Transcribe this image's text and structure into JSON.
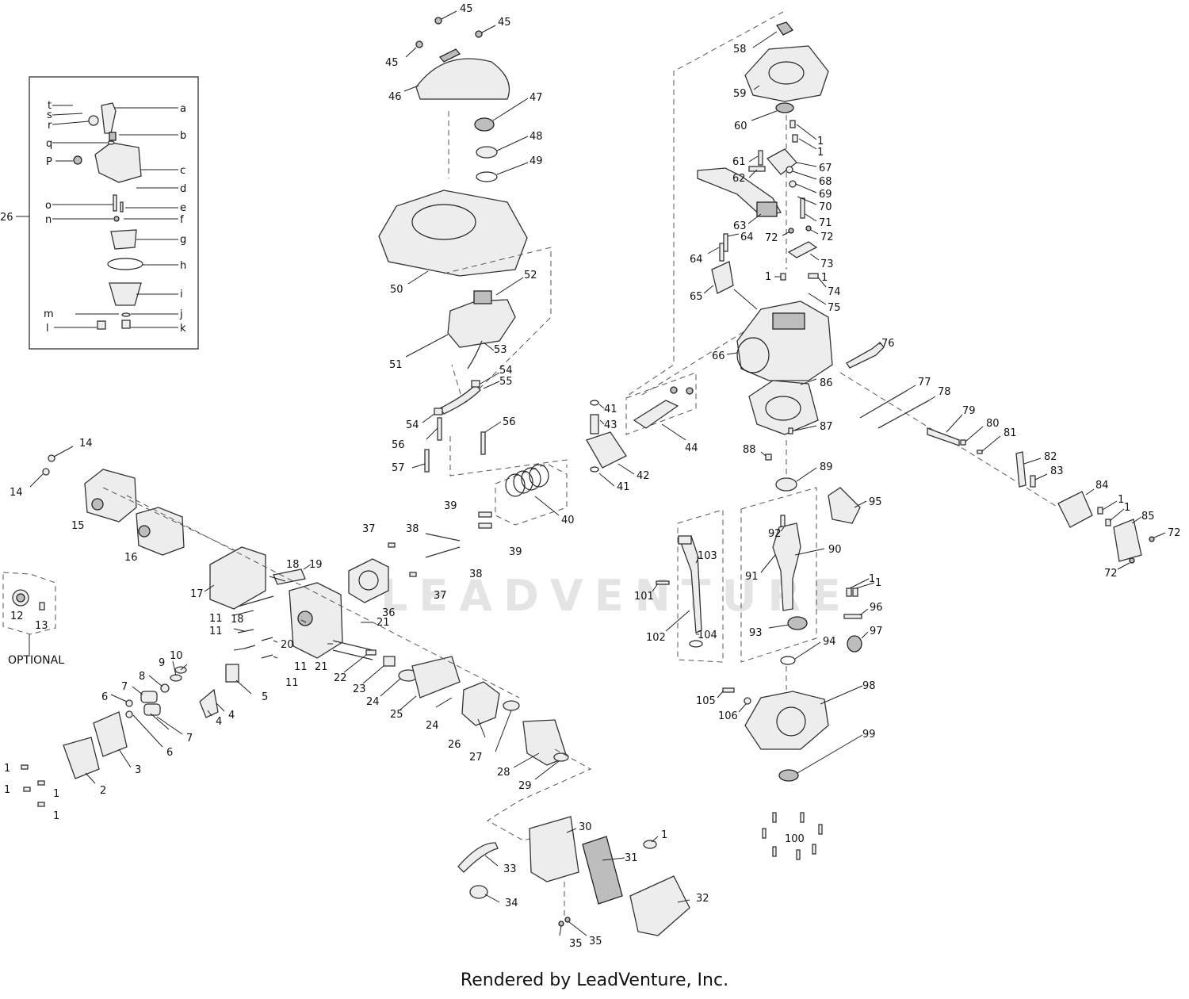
{
  "watermark": "LEADVENTURE",
  "credit": "Rendered by LeadVenture, Inc.",
  "optional_label": "OPTIONAL",
  "callouts": {
    "n1": "1",
    "n2": "2",
    "n3": "3",
    "n4": "4",
    "n5": "5",
    "n6": "6",
    "n7": "7",
    "n8": "8",
    "n9": "9",
    "n10": "10",
    "n11": "11",
    "n12": "12",
    "n13": "13",
    "n14": "14",
    "n15": "15",
    "n16": "16",
    "n17": "17",
    "n18": "18",
    "n19": "19",
    "n20": "20",
    "n21": "21",
    "n22": "22",
    "n23": "23",
    "n24": "24",
    "n25": "25",
    "n26": "26",
    "n27": "27",
    "n28": "28",
    "n29": "29",
    "n30": "30",
    "n31": "31",
    "n32": "32",
    "n33": "33",
    "n34": "34",
    "n35": "35",
    "n36": "36",
    "n37": "37",
    "n38": "38",
    "n39": "39",
    "n40": "40",
    "n41": "41",
    "n42": "42",
    "n43": "43",
    "n44": "44",
    "n45": "45",
    "n46": "46",
    "n47": "47",
    "n48": "48",
    "n49": "49",
    "n50": "50",
    "n51": "51",
    "n52": "52",
    "n53": "53",
    "n54": "54",
    "n55": "55",
    "n56": "56",
    "n57": "57",
    "n58": "58",
    "n59": "59",
    "n60": "60",
    "n61": "61",
    "n62": "62",
    "n63": "63",
    "n64": "64",
    "n65": "65",
    "n66": "66",
    "n67": "67",
    "n68": "68",
    "n69": "69",
    "n70": "70",
    "n71": "71",
    "n72": "72",
    "n73": "73",
    "n74": "74",
    "n75": "75",
    "n76": "76",
    "n77": "77",
    "n78": "78",
    "n79": "79",
    "n80": "80",
    "n81": "81",
    "n82": "82",
    "n83": "83",
    "n84": "84",
    "n85": "85",
    "n86": "86",
    "n87": "87",
    "n88": "88",
    "n89": "89",
    "n90": "90",
    "n91": "91",
    "n92": "92",
    "n93": "93",
    "n94": "94",
    "n95": "95",
    "n96": "96",
    "n97": "97",
    "n98": "98",
    "n99": "99",
    "n100": "100",
    "n101": "101",
    "n102": "102",
    "n103": "103",
    "n104": "104",
    "n105": "105",
    "n106": "106",
    "a": "a",
    "b": "b",
    "c": "c",
    "d": "d",
    "e": "e",
    "f": "f",
    "g": "g",
    "h": "h",
    "i": "i",
    "j": "j",
    "k": "k",
    "l": "l",
    "m": "m",
    "n": "n",
    "o": "o",
    "P": "P",
    "q": "q",
    "r": "r",
    "s": "s",
    "t": "t"
  }
}
